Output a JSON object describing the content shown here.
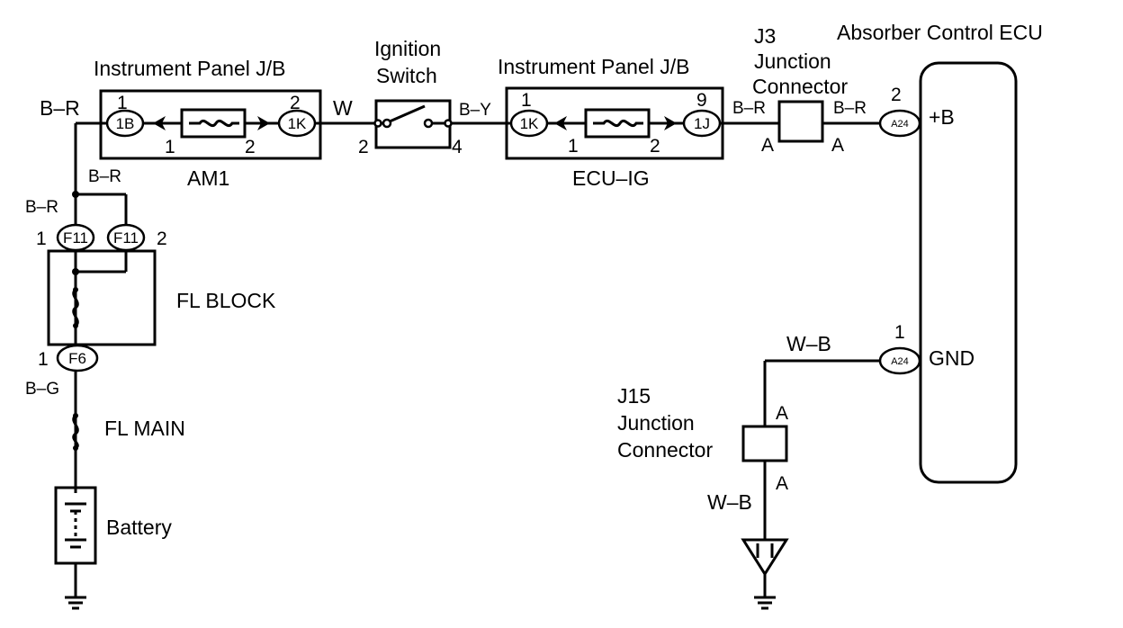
{
  "components": {
    "ip_jb_1": "Instrument Panel J/B",
    "ignition_line1": "Ignition",
    "ignition_line2": "Switch",
    "ip_jb_2": "Instrument Panel J/B",
    "j3_line1": "J3",
    "j3_line2": "Junction",
    "j3_line3": "Connector",
    "ecu_title": "Absorber Control ECU",
    "am1": "AM1",
    "ecu_ig": "ECU–IG",
    "fl_block": "FL BLOCK",
    "fl_main": "FL MAIN",
    "battery": "Battery",
    "j15_line1": "J15",
    "j15_line2": "Junction",
    "j15_line3": "Connector"
  },
  "terminals": {
    "ecu_b": "+B",
    "ecu_gnd": "GND"
  },
  "wires": {
    "br_left": "B–R",
    "w_ign": "W",
    "by": "B–Y",
    "br_j3_in": "B–R",
    "br_j3_out": "B–R",
    "br_branch": "B–R",
    "br_f11": "B–R",
    "bg": "B–G",
    "wb_top": "W–B",
    "wb_bottom": "W–B"
  },
  "connectors": {
    "c_1b": "1B",
    "c_1k_a": "1K",
    "c_1k_b": "1K",
    "c_1j": "1J",
    "c_a24_top": "A24",
    "c_a24_bottom": "A24",
    "c_f11_a": "F11",
    "c_f11_b": "F11",
    "c_f6": "F6"
  },
  "pins": {
    "jb1_top_left": "1",
    "jb1_top_right": "2",
    "jb1_bot_left": "1",
    "jb1_bot_right": "2",
    "ign_in": "2",
    "ign_out": "4",
    "jb2_top_left": "1",
    "jb2_top_right": "9",
    "jb2_bot_left": "1",
    "jb2_bot_right": "2",
    "j3_left": "A",
    "j3_right": "A",
    "a24_top": "2",
    "a24_bottom": "1",
    "f11_left": "1",
    "f11_right": "2",
    "f6": "1",
    "j15_top": "A",
    "j15_bottom": "A"
  }
}
